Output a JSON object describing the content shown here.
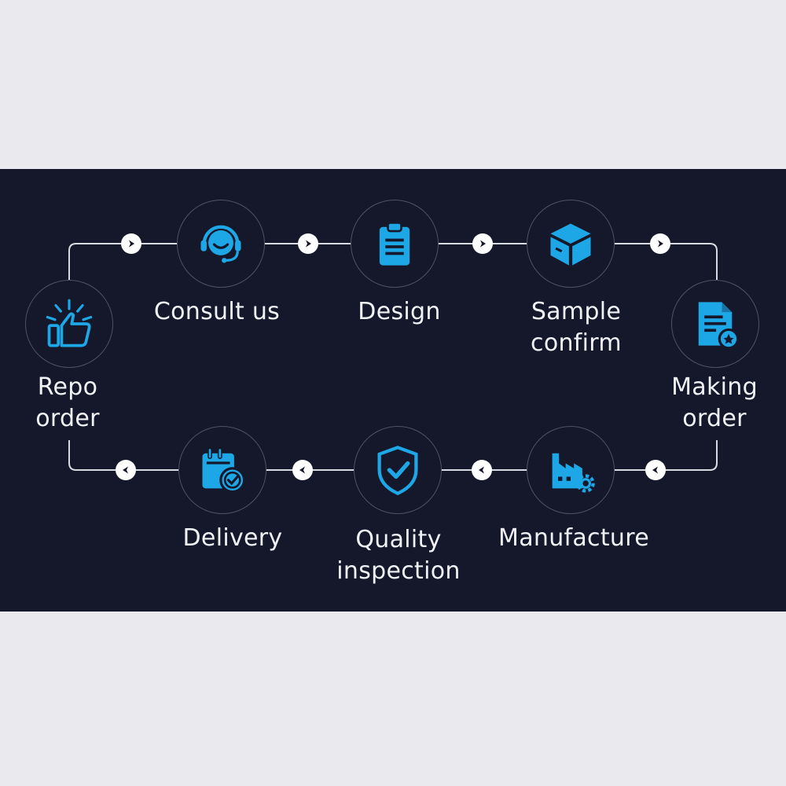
{
  "colors": {
    "background": "#e9e9ee",
    "panel": "#15182a",
    "accent": "#1ea7e6",
    "line": "#d9dbe3",
    "text": "#f1f2f6"
  },
  "steps": [
    {
      "id": "consult-us",
      "lines": [
        "Consult us",
        ""
      ],
      "icon": "headset-icon"
    },
    {
      "id": "design",
      "lines": [
        "Design",
        ""
      ],
      "icon": "clipboard-icon"
    },
    {
      "id": "sample-confirm",
      "lines": [
        "Sample",
        "confirm"
      ],
      "icon": "box-icon"
    },
    {
      "id": "making-order",
      "lines": [
        "Making",
        "order"
      ],
      "icon": "document-badge-icon"
    },
    {
      "id": "manufacture",
      "lines": [
        "Manufacture",
        ""
      ],
      "icon": "factory-gear-icon"
    },
    {
      "id": "quality-inspection",
      "lines": [
        "Quality",
        "inspection"
      ],
      "icon": "shield-check-icon"
    },
    {
      "id": "delivery",
      "lines": [
        "Delivery",
        ""
      ],
      "icon": "calendar-check-icon"
    },
    {
      "id": "repo-order",
      "lines": [
        "Repo",
        "order"
      ],
      "icon": "thumbs-up-icon"
    }
  ],
  "arrows": [
    "arrow-right-icon",
    "arrow-left-icon"
  ]
}
